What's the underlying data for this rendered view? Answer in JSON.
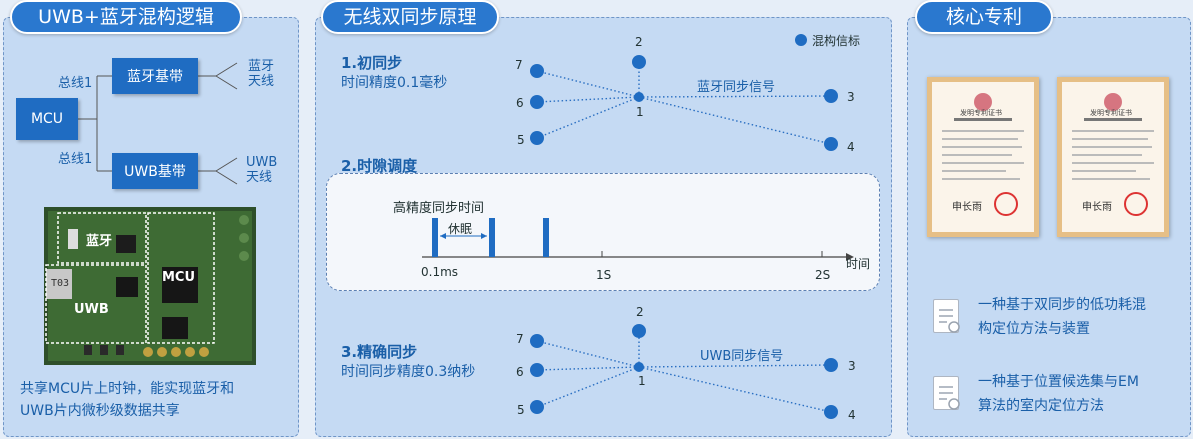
{
  "left": {
    "tab": "UWB+蓝牙混构逻辑",
    "mcu": "MCU",
    "bt_baseband": "蓝牙基带",
    "uwb_baseband": "UWB基带",
    "bus1": "总线1",
    "bus2": "总线1",
    "bt_antenna_1": "蓝牙",
    "bt_antenna_2": "天线",
    "uwb_antenna_1": "UWB",
    "uwb_antenna_2": "天线",
    "pcb_bt": "蓝牙",
    "pcb_mcu": "MCU",
    "pcb_uwb": "UWB",
    "pcb_chip": "T03",
    "desc_1": "共享MCU片上时钟，能实现蓝牙和",
    "desc_2": "UWB片内微秒级数据共享"
  },
  "middle": {
    "tab": "无线双同步原理",
    "legend": "混构信标",
    "step1_title": "1.初同步",
    "step1_sub": "时间精度0.1毫秒",
    "step1_signal": "蓝牙同步信号",
    "step2_title": "2.时隙调度",
    "hp_sync": "高精度同步时间",
    "sleep": "休眠",
    "tick_01": "0.1ms",
    "tick_1s": "1S",
    "tick_2s": "2S",
    "time_axis": "时间",
    "step3_title": "3.精确同步",
    "step3_sub": "时间同步精度0.3纳秒",
    "step3_signal": "UWB同步信号",
    "nodes": [
      "1",
      "2",
      "3",
      "4",
      "5",
      "6",
      "7"
    ]
  },
  "right": {
    "tab": "核心专利",
    "cert_title": "发明专利证书",
    "patent1_line1": "一种基于双同步的低功耗混",
    "patent1_line2": "构定位方法与装置",
    "patent2_line1": "一种基于位置候选集与EM",
    "patent2_line2": "算法的室内定位方法"
  },
  "colors": {
    "accent": "#2a78cf",
    "node": "#1f6cc2",
    "panel": "#c5daf3"
  }
}
